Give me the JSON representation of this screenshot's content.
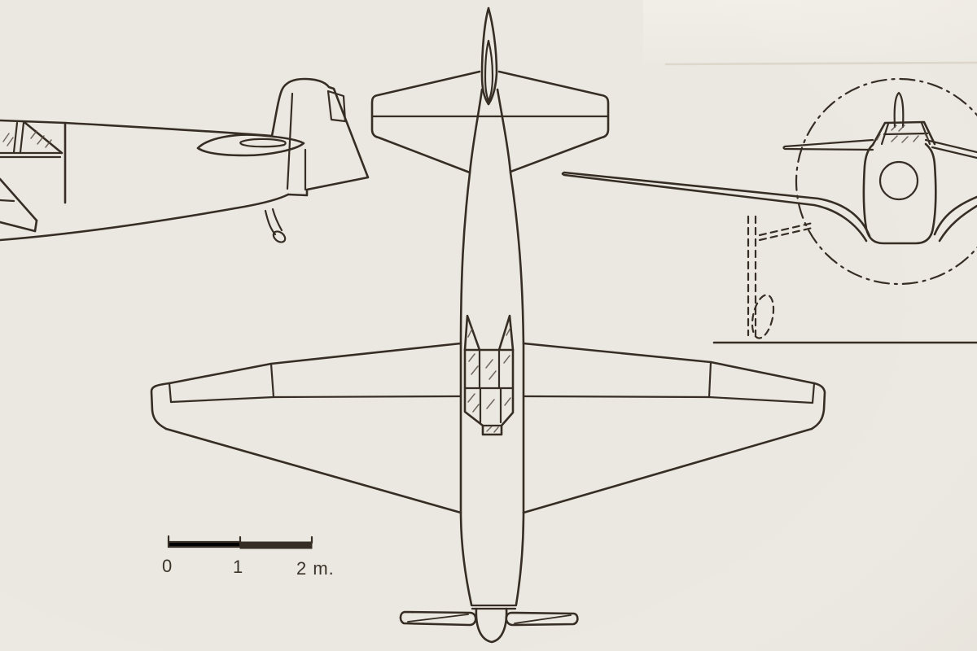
{
  "drawing": {
    "subject": "three-view technical drawing of a small single-seat propeller aircraft",
    "views": {
      "side": "left side profile, nose cropped at left edge",
      "plan": "top plan view, tail at top, propeller at bottom",
      "front": "head-on view with dash-dot propeller disc, cropped at right edge"
    }
  },
  "scale_bar": {
    "labels": [
      "0",
      "1",
      "2 m."
    ],
    "units": "m"
  },
  "colors": {
    "paper": "#ebe8e1",
    "ink": "#362e25"
  }
}
